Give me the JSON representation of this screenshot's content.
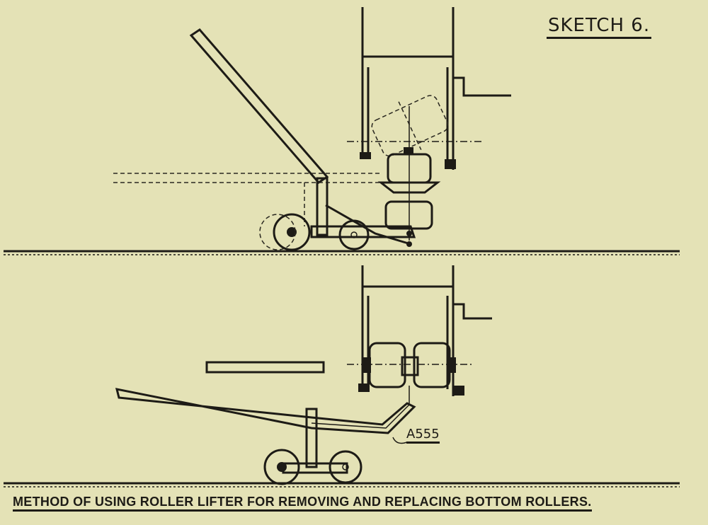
{
  "title": "SKETCH 6.",
  "part_label": "A555",
  "caption": "METHOD OF USING ROLLER LIFTER FOR REMOVING AND REPLACING BOTTOM ROLLERS.",
  "colors": {
    "paper": "#e4e2b6",
    "ink": "#1d1b16"
  }
}
